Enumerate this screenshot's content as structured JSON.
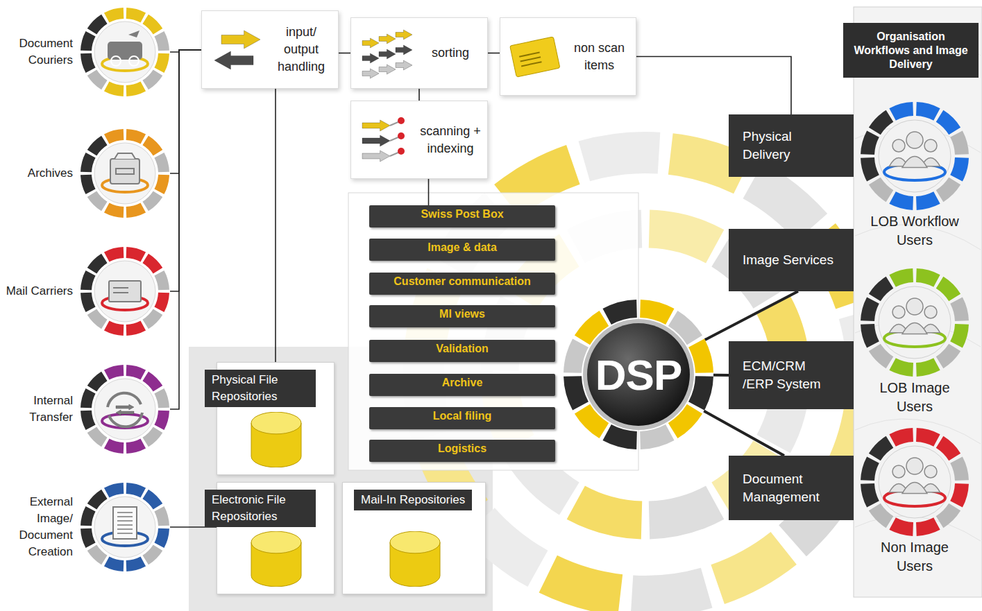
{
  "diagram": {
    "nodes": [
      {
        "text": [
          "Document Couriers"
        ]
      },
      {
        "text": [
          "Archives"
        ]
      },
      {
        "text": [
          "Mail Carriers"
        ]
      },
      {
        "text": [
          "Internal Transfer"
        ]
      },
      {
        "text": [
          "External Image/ Document Creation"
        ]
      },
      {
        "text": [
          "input/ output handling"
        ]
      },
      {
        "text": [
          "sorting"
        ]
      },
      {
        "text": [
          "non scan items"
        ]
      },
      {
        "text": [
          "scanning + indexing"
        ]
      },
      {
        "text": [
          "Swiss Post Box"
        ]
      },
      {
        "text": [
          "Image & data"
        ]
      },
      {
        "text": [
          "Customer communication"
        ]
      },
      {
        "text": [
          "MI views"
        ]
      },
      {
        "text": [
          "Validation"
        ]
      },
      {
        "text": [
          "Archive"
        ]
      },
      {
        "text": [
          "Local filing"
        ]
      },
      {
        "text": [
          "Logistics"
        ]
      },
      {
        "text": [
          "Physical File Repositories"
        ]
      },
      {
        "text": [
          "Electronic File Repositories"
        ]
      },
      {
        "text": [
          "Mail-In Repositories"
        ]
      },
      {
        "text": [
          "DSP"
        ]
      },
      {
        "text": [
          "Physical Delivery"
        ]
      },
      {
        "text": [
          "Image Services"
        ]
      },
      {
        "text": [
          "ECM/CRM /ERP System"
        ]
      },
      {
        "text": [
          "Document Management"
        ]
      },
      {
        "text": [
          "Organisation Workflows and Image Delivery"
        ]
      },
      {
        "text": [
          "LOB Workflow Users"
        ]
      },
      {
        "text": [
          "LOB Image Users"
        ]
      },
      {
        "text": [
          "Non Image Users"
        ]
      }
    ],
    "edges": [
      {
        "from": 0,
        "to": 5,
        "arrow": "none"
      },
      {
        "from": 1,
        "to": 5,
        "arrow": "none"
      },
      {
        "from": 2,
        "to": 5,
        "arrow": "none"
      },
      {
        "from": 3,
        "to": 5,
        "arrow": "none"
      },
      {
        "from": 4,
        "to": 18,
        "arrow": "none"
      },
      {
        "from": 5,
        "to": 6,
        "arrow": "none"
      },
      {
        "from": 6,
        "to": 7,
        "arrow": "none"
      },
      {
        "from": 6,
        "to": 8,
        "arrow": "none"
      },
      {
        "from": 8,
        "to": 9,
        "arrow": "none"
      },
      {
        "from": 5,
        "to": 17,
        "arrow": "none"
      },
      {
        "from": 7,
        "to": 21,
        "arrow": "none"
      },
      {
        "from": 20,
        "to": 22,
        "arrow": "none"
      },
      {
        "from": 20,
        "to": 23,
        "arrow": "none"
      },
      {
        "from": 20,
        "to": 24,
        "arrow": "none"
      }
    ]
  }
}
